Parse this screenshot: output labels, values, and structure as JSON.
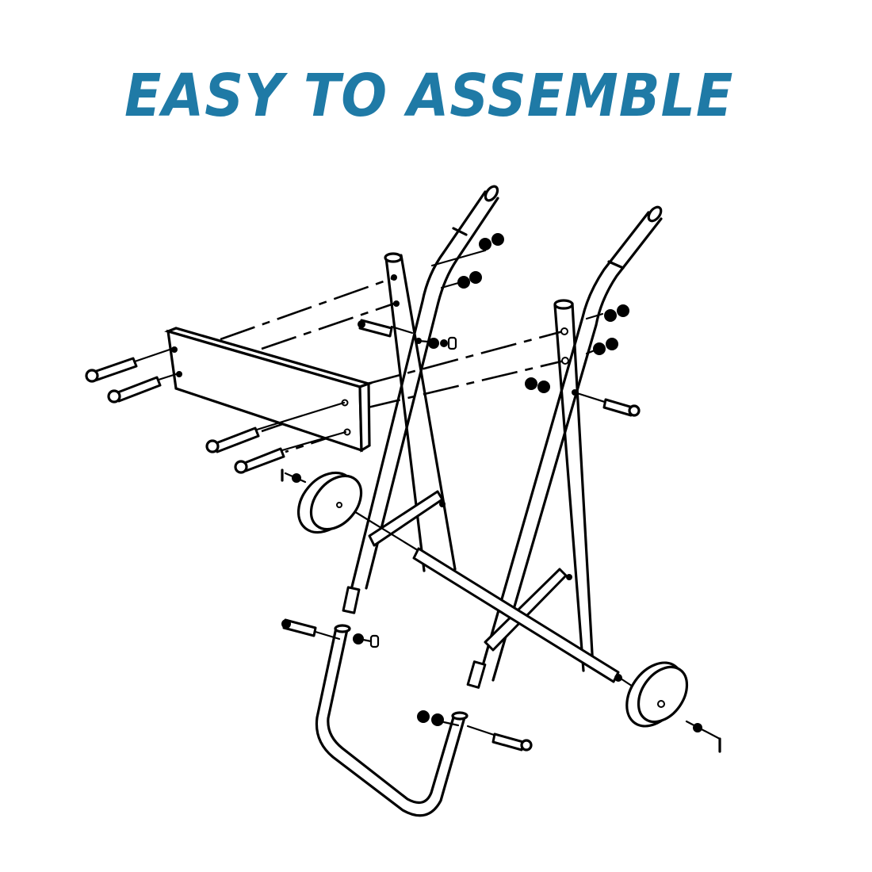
{
  "title": "EASY TO ASSEMBLE",
  "colors": {
    "title": "#1f7aa6",
    "line_art": "#000000",
    "background": "#ffffff"
  },
  "diagram": {
    "type": "exploded assembly drawing",
    "subject": "outboard motor stand / trolley",
    "parts": [
      {
        "name": "mounting-board",
        "count": 1
      },
      {
        "name": "long-bolt",
        "count": 8
      },
      {
        "name": "handle-frame",
        "count": 2
      },
      {
        "name": "rear-leg",
        "count": 2
      },
      {
        "name": "cross-brace",
        "count": 2
      },
      {
        "name": "axle",
        "count": 1
      },
      {
        "name": "wheel",
        "count": 2
      },
      {
        "name": "u-shaped-base",
        "count": 1
      },
      {
        "name": "nut-washer-pair",
        "count": 10
      },
      {
        "name": "wing-nut",
        "count": 2
      },
      {
        "name": "cotter-pin",
        "count": 2
      }
    ]
  }
}
